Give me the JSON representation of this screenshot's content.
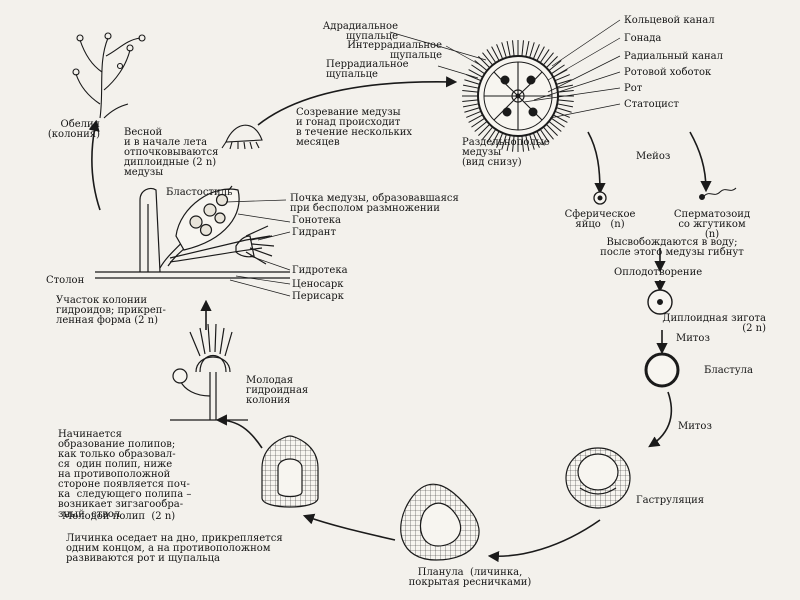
{
  "labels": {
    "adradial": "Адрадиальное\nщупальце",
    "interradial": "Интеррадиальное\nщупальце",
    "perradial": "Перрадиальное\nщупальце",
    "ring_canal": "Кольцевой канал",
    "gonad": "Гонада",
    "radial_canal": "Радиальный канал",
    "manubrium": "Ротовой хоботок",
    "mouth": "Рот",
    "statocyst": "Статоцист",
    "medusa_maturation": "Созревание медузы\nи гонад происходит\nв течение нескольких\nмесяцев",
    "dioecious_medusae": "Раздельнополые\nмедузы\n(вид снизу)",
    "meiosis": "Мейоз",
    "obelia": "Обелия\n(колония)",
    "spring_budding": "Весной\nи в начале лета\nотпочковываются\nдиплоидные (2 n)\nмедузы",
    "blastostyle": "Бластостиль",
    "medusa_bud": "Почка медузы, образовавшаяся\nпри бесполом размножении",
    "gonotheca": "Гонотека",
    "hydranth": "Гидрант",
    "hydrotheca": "Гидротека",
    "coenosarc": "Ценосарк",
    "perisarc": "Перисарк",
    "stolon": "Столон",
    "colony_part": "Участок колонии\nгидроидов; прикреп-\nленная форма (2 n)",
    "egg": "Сферическое\nяйцо   (n)",
    "sperm": "Сперматозоид\nсо жгутиком\n(n)",
    "released": "Высвобождаются в воду;\nпосле этого медузы гибнут",
    "fertilization": "Оплодотворение",
    "diploid_zygote": "Диплоидная зигота\n(2 n)",
    "mitosis_1": "Митоз",
    "blastula": "Бластула",
    "mitosis_2": "Митоз",
    "young_colony": "Молодая\nгидроидная\nколония",
    "polyp_formation": "Начинается\nобразование полипов;\nкак только образовал-\nся  один полип, ниже\nна противоположной\nстороне появляется поч-\nка  следующего полипа –\nвозникает зигзагообра-\nзный  ствол",
    "young_polyp": "Молодой полип  (2 n)",
    "gastrulation": "Гаструляция",
    "larva_settles": "Личинка оседает на дно, прикрепляется\nодним концом, а на противоположном\nразвиваются рот и щупальца",
    "planula": "Планула  (личинка,\nпокрытая ресничками)"
  }
}
